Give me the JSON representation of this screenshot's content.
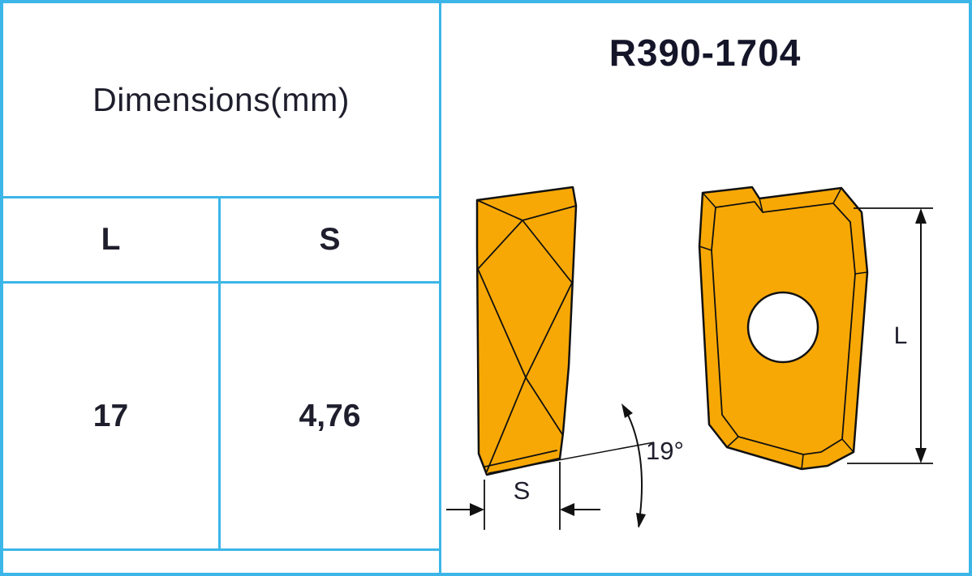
{
  "colors": {
    "frame_border": "#3cb6e8",
    "insert_fill": "#f8a805",
    "line": "#111111",
    "text": "#1e1e2d"
  },
  "table": {
    "title": "Dimensions(mm)",
    "columns": [
      "L",
      "S"
    ],
    "values": [
      "17",
      "4,76"
    ]
  },
  "figure": {
    "title": "R390-1704",
    "angle_label": "19°",
    "s_label": "S",
    "l_label": "L"
  }
}
